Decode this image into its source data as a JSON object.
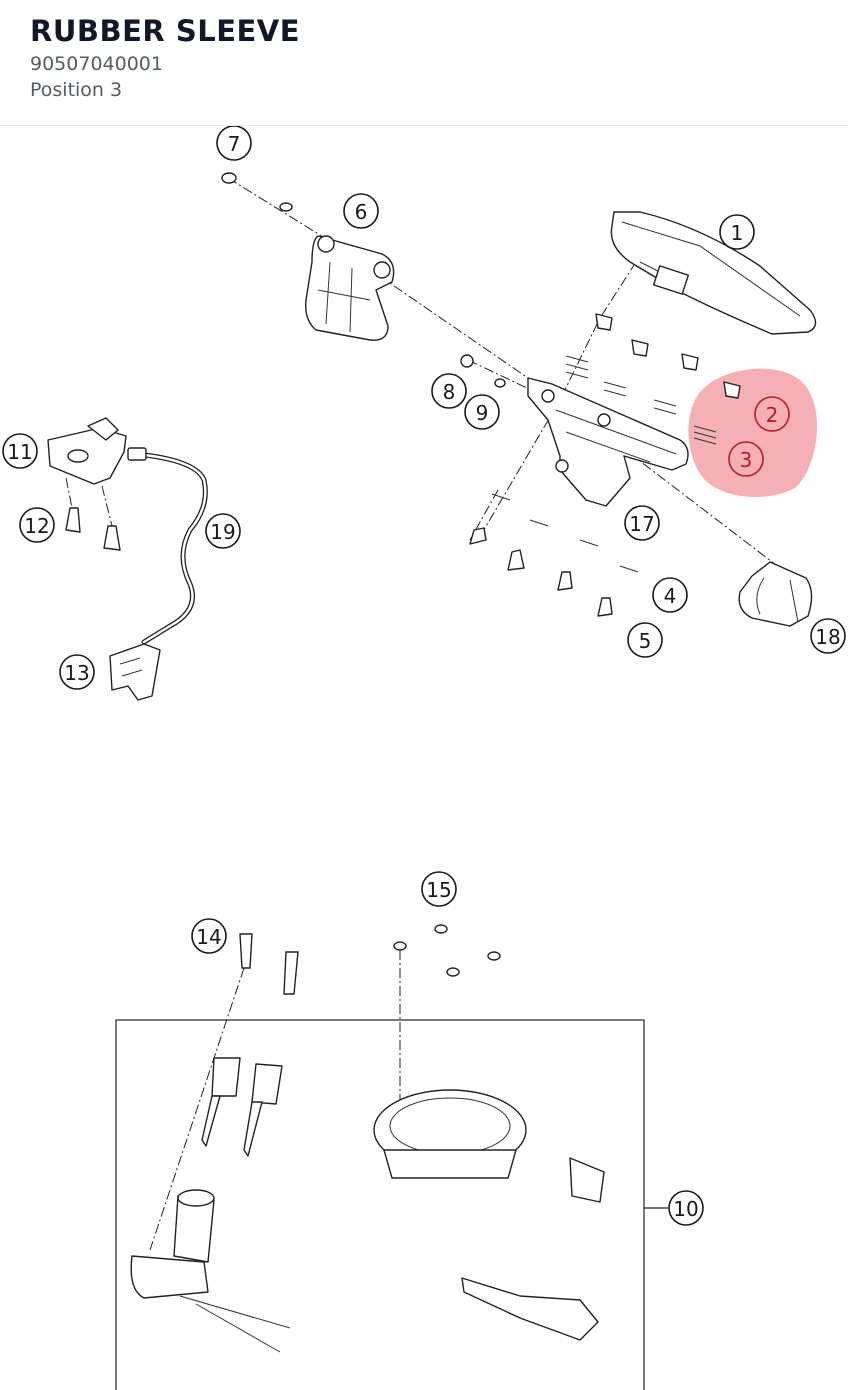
{
  "part": {
    "title": "RUBBER SLEEVE",
    "number": "90507040001",
    "position": "Position 3"
  },
  "highlight": {
    "color": "#e8505b",
    "selected_callout": "3"
  },
  "callouts": [
    {
      "id": "c1",
      "label": "1"
    },
    {
      "id": "c2",
      "label": "2"
    },
    {
      "id": "c3",
      "label": "3"
    },
    {
      "id": "c4",
      "label": "4"
    },
    {
      "id": "c5",
      "label": "5"
    },
    {
      "id": "c6",
      "label": "6"
    },
    {
      "id": "c7",
      "label": "7"
    },
    {
      "id": "c8",
      "label": "8"
    },
    {
      "id": "c9",
      "label": "9"
    },
    {
      "id": "c10",
      "label": "10"
    },
    {
      "id": "c11",
      "label": "11"
    },
    {
      "id": "c12",
      "label": "12"
    },
    {
      "id": "c13",
      "label": "13"
    },
    {
      "id": "c14",
      "label": "14"
    },
    {
      "id": "c15",
      "label": "15"
    },
    {
      "id": "c17",
      "label": "17"
    },
    {
      "id": "c18",
      "label": "18"
    },
    {
      "id": "c19",
      "label": "19"
    }
  ]
}
